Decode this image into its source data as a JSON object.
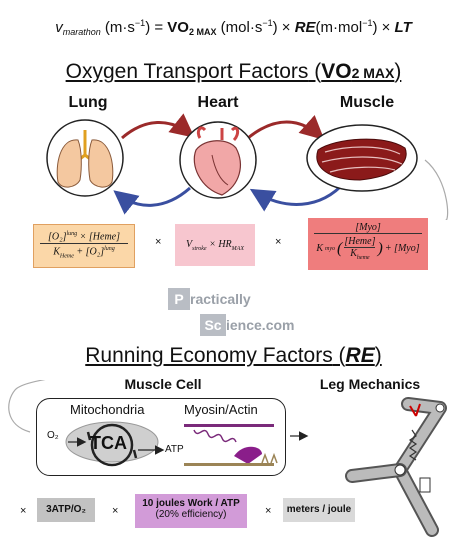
{
  "equation": {
    "v": "v",
    "v_sub": "marathon",
    "v_units": "(m·s",
    "vo2": "VO",
    "vo2_sub": "2 MAX",
    "vo2_units": "(mol·s",
    "re": "RE",
    "re_units": "(m·mol",
    "lt": "LT"
  },
  "oxygen": {
    "heading": "Oxygen Transport Factors",
    "heading_vo2": "VO",
    "heading_sub": "2 MAX",
    "lung": "Lung",
    "heart": "Heart",
    "muscle": "Muscle",
    "f1_num": "[O₂]",
    "f1_num_sup": "lung",
    "f1_num2": "× [Heme]",
    "f1_den": "K",
    "f1_den_sub": "Heme",
    "f1_den2": "+ [O₂]",
    "f1_den2_sup": "lung",
    "f2_a": "V",
    "f2_a_sub": "stroke",
    "f2_b": "× HR",
    "f2_b_sub": "MAX",
    "f3_top": "[Myo]",
    "f3_k": "K",
    "f3_k_sub": "myo",
    "f3_heme": "[Heme]",
    "f3_kheme": "K",
    "f3_kheme_sub": "heme",
    "f3_plus": "+ [Myo]",
    "times": "×"
  },
  "watermark": {
    "p": "P",
    "p_rest": "ractically",
    "sc": "Sc",
    "sc_rest": "ience.com"
  },
  "running": {
    "heading": "Running Economy Factors",
    "heading_re": "RE",
    "muscle_cell": "Muscle Cell",
    "leg_mechanics": "Leg Mechanics",
    "mitochondria": "Mitochondria",
    "myosin": "Myosin/Actin",
    "o2": "O₂",
    "tca": "TCA",
    "atp": "ATP",
    "box1": "3ATP/O₂",
    "box2_line1": "10 joules Work / ATP",
    "box2_line2": "(20% efficiency)",
    "box3": "meters / joule",
    "times": "×"
  },
  "colors": {
    "orange_box": "#fbd7a8",
    "pink_box": "#f7c6cf",
    "red_box": "#ef7d7d",
    "gray_box": "#c2c2c2",
    "purple_box": "#d29bd8",
    "arrow_red": "#9b2a2a",
    "arrow_blue": "#3a4fa0"
  }
}
